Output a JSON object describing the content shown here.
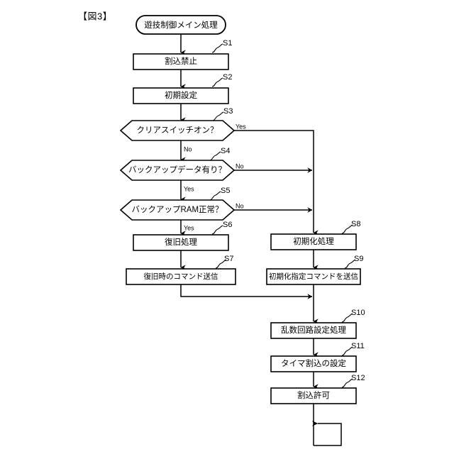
{
  "figure": {
    "label": "【図3】"
  },
  "diagram": {
    "type": "flowchart",
    "nodes": [
      {
        "id": "start",
        "shape": "terminal",
        "label": "遊技制御メイン処理",
        "step": ""
      },
      {
        "id": "s1",
        "shape": "process",
        "label": "割込禁止",
        "step": "S1"
      },
      {
        "id": "s2",
        "shape": "process",
        "label": "初期設定",
        "step": "S2"
      },
      {
        "id": "s3",
        "shape": "decision",
        "label": "クリアスイッチオン？",
        "step": "S3"
      },
      {
        "id": "s4",
        "shape": "decision",
        "label": "バックアップデータ有り？",
        "step": "S4"
      },
      {
        "id": "s5",
        "shape": "decision",
        "label": "バックアップRAM正常？",
        "step": "S5"
      },
      {
        "id": "s6",
        "shape": "process",
        "label": "復旧処理",
        "step": "S6"
      },
      {
        "id": "s7",
        "shape": "process",
        "label": "復旧時のコマンド送信",
        "step": "S7"
      },
      {
        "id": "s8",
        "shape": "process",
        "label": "初期化処理",
        "step": "S8"
      },
      {
        "id": "s9",
        "shape": "process",
        "label": "初期化指定コマンドを送信",
        "step": "S9"
      },
      {
        "id": "s10",
        "shape": "process",
        "label": "乱数回路設定処理",
        "step": "S10"
      },
      {
        "id": "s11",
        "shape": "process",
        "label": "タイマ割込の設定",
        "step": "S11"
      },
      {
        "id": "s12",
        "shape": "process",
        "label": "割込許可",
        "step": "S12"
      },
      {
        "id": "loop",
        "shape": "loop",
        "label": "",
        "step": ""
      }
    ],
    "branch_labels": {
      "s3_yes": "Yes",
      "s3_no": "No",
      "s4_no": "No",
      "s4_yes": "Yes",
      "s5_no": "No",
      "s5_yes": "Yes"
    },
    "edges": [
      {
        "from": "start",
        "to": "s1",
        "label": ""
      },
      {
        "from": "s1",
        "to": "s2",
        "label": ""
      },
      {
        "from": "s2",
        "to": "s3",
        "label": ""
      },
      {
        "from": "s3",
        "to": "s4",
        "label": "No"
      },
      {
        "from": "s3",
        "to": "s8",
        "label": "Yes"
      },
      {
        "from": "s4",
        "to": "s5",
        "label": "Yes"
      },
      {
        "from": "s4",
        "to": "s8",
        "label": "No"
      },
      {
        "from": "s5",
        "to": "s6",
        "label": "Yes"
      },
      {
        "from": "s5",
        "to": "s8",
        "label": "No"
      },
      {
        "from": "s6",
        "to": "s7",
        "label": ""
      },
      {
        "from": "s7",
        "to": "s10",
        "label": ""
      },
      {
        "from": "s8",
        "to": "s9",
        "label": ""
      },
      {
        "from": "s9",
        "to": "s10",
        "label": ""
      },
      {
        "from": "s10",
        "to": "s11",
        "label": ""
      },
      {
        "from": "s11",
        "to": "s12",
        "label": ""
      },
      {
        "from": "s12",
        "to": "loop",
        "label": ""
      }
    ]
  },
  "colors": {
    "ink": "#000000",
    "paper": "#ffffff"
  }
}
